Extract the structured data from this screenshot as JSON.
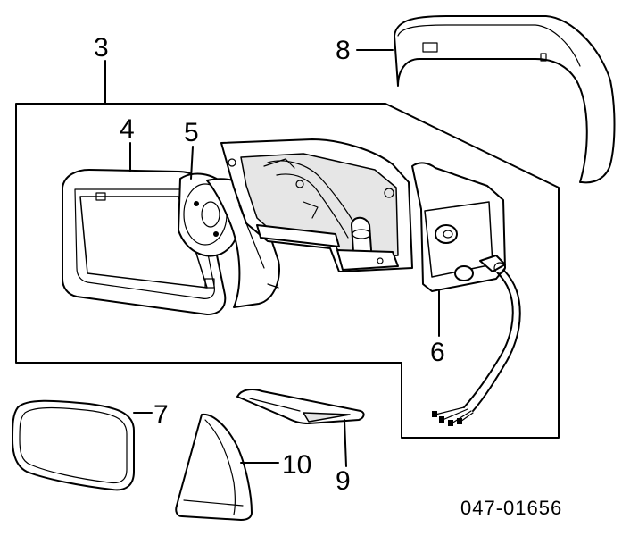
{
  "callouts": {
    "c3": "3",
    "c4": "4",
    "c5": "5",
    "c6": "6",
    "c7": "7",
    "c8": "8",
    "c9": "9",
    "c10": "10"
  },
  "diagram_code": "047-01656",
  "colors": {
    "line": "#000000",
    "background": "#ffffff",
    "fill": "#e6e6e6"
  }
}
